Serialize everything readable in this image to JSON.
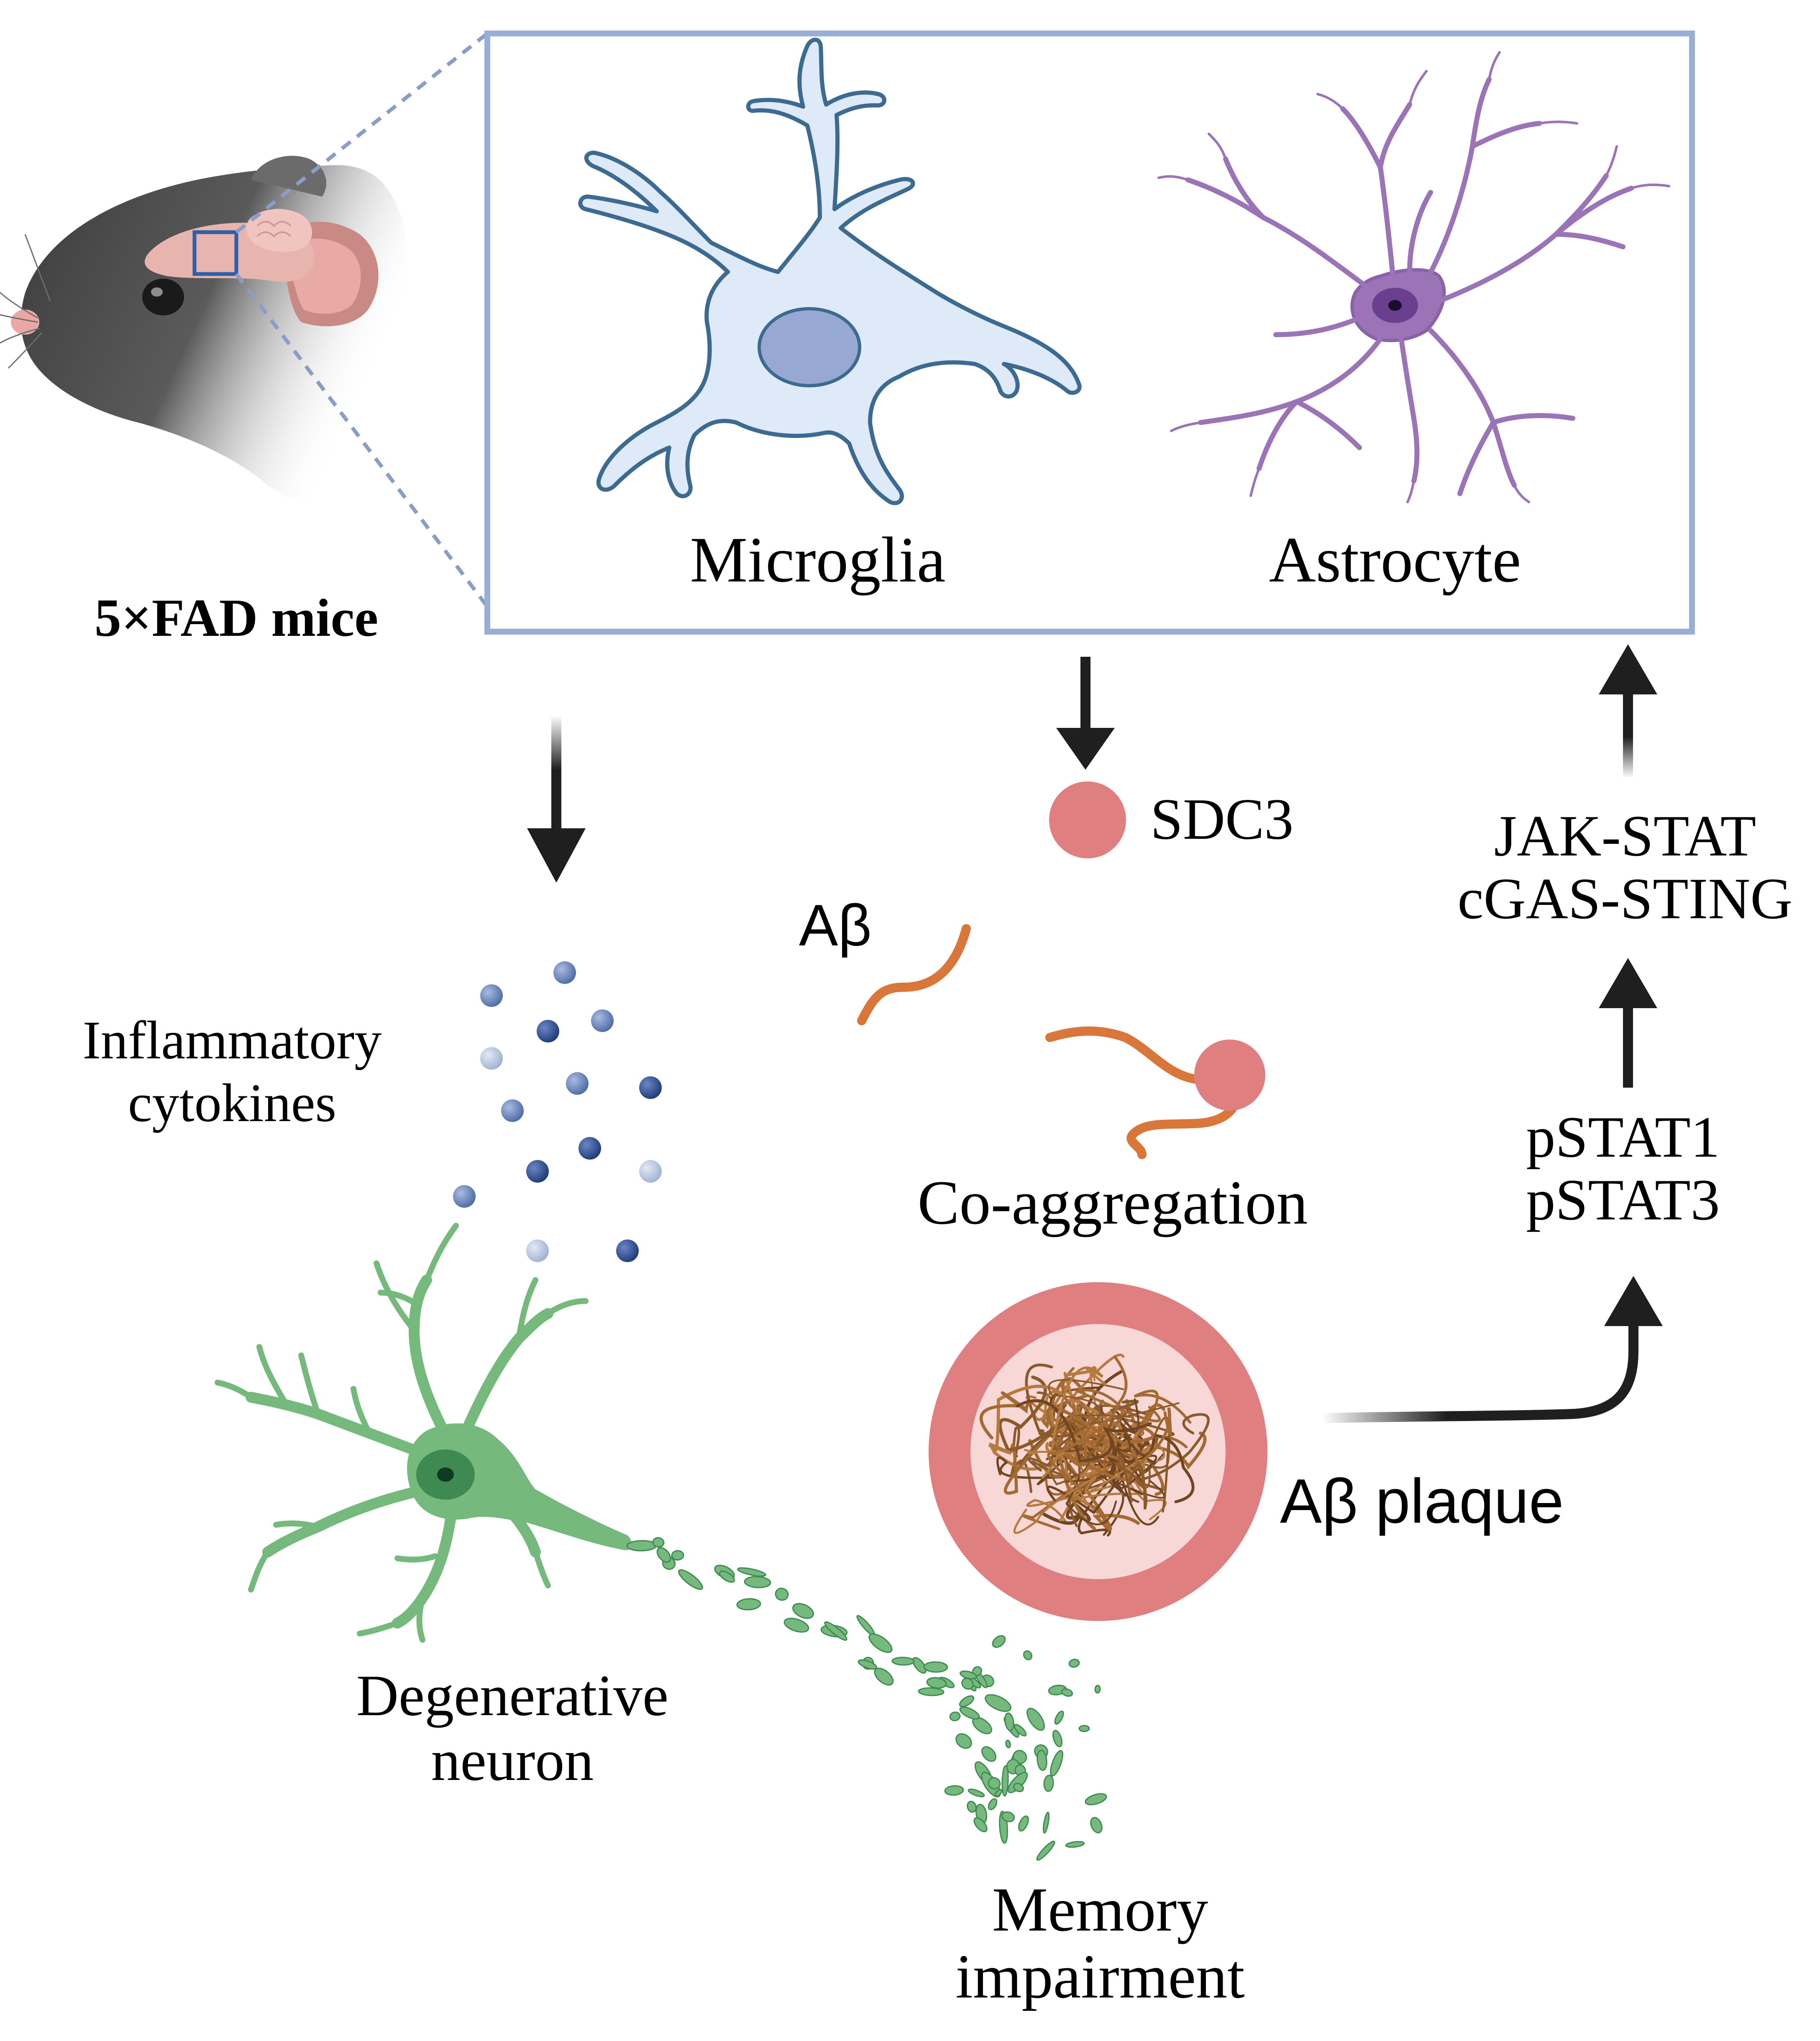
{
  "labels": {
    "mice": "5×FAD mice",
    "microglia": "Microglia",
    "astrocyte": "Astrocyte",
    "sdc3": "SDC3",
    "jak_stat": "JAK-STAT",
    "cgas_sting": "cGAS-STING",
    "abeta": "Aβ",
    "cytokines_line1": "Inflammatory",
    "cytokines_line2": "cytokines",
    "coaggregation": "Co-aggregation",
    "pstat1": "pSTAT1",
    "pstat3": "pSTAT3",
    "plaque": "Aβ plaque",
    "neuron_line1": "Degenerative",
    "neuron_line2": "neuron",
    "memory_line1": "Memory",
    "memory_line2": "impairment"
  },
  "colors": {
    "frame": "#98aed4",
    "microglia_fill": "#deeaf7",
    "microglia_stroke": "#3c6a91",
    "microglia_nucleus": "#97a9d2",
    "astrocyte": "#9b74b8",
    "astrocyte_nucleus": "#6a3f8f",
    "sdc3": "#e07f80",
    "abeta": "#d9773a",
    "plaque_outer": "#e07f80",
    "plaque_inner": "#f7d8d6",
    "fibril": "#8b5a2b",
    "neuron": "#76b97c",
    "neuron_dark": "#3f8a52",
    "arrow": "#1f1f1f",
    "mouse": "#4a4a4a",
    "brain": "#e8b4ae"
  }
}
